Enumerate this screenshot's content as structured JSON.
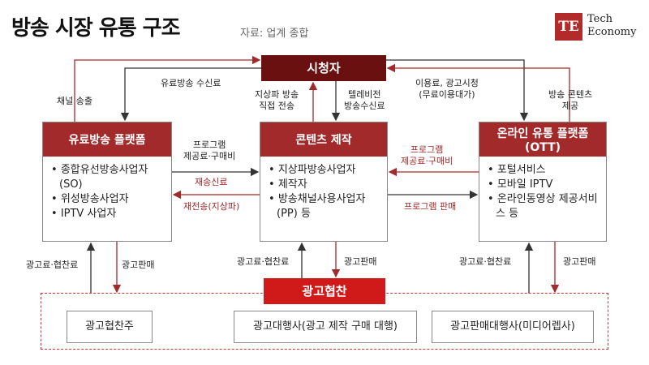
{
  "header": {
    "title": "방송 시장 유통 구조",
    "source": "자료: 업계 종합",
    "logo_mark": "TE",
    "logo_line1": "Tech",
    "logo_line2": "Economy"
  },
  "nodes": {
    "viewer": "시청자",
    "advertising": "광고협찬",
    "paid_platform": {
      "title": "유료방송 플랫폼",
      "items": [
        "종합유선방송사업자 (SO)",
        "위성방송사업자",
        "IPTV 사업자"
      ]
    },
    "content_production": {
      "title": "콘텐츠 제작",
      "items": [
        "지상파방송사업자",
        "제작자",
        "방송채널사용사업자 (PP) 등"
      ]
    },
    "ott_platform": {
      "title_line1": "온라인 유통 플랫폼",
      "title_line2": "(OTT)",
      "items": [
        "포털서비스",
        "모바일 IPTV",
        "온라인동영상 제공서비스 등"
      ]
    },
    "advertisers": [
      "광고협찬주",
      "광고대행사(광고 제작 구매 대행)",
      "광고판매대행사(미디어렙사)"
    ]
  },
  "edge_labels": {
    "channel_out": "채널 송출",
    "paid_fee": "유료방송 수신료",
    "terrestrial_1": "지상파 방송",
    "terrestrial_2": "직접 전송",
    "tv_fee_1": "텔레비전",
    "tv_fee_2": "방송수신료",
    "usage_fee_1": "이용료, 광고시청",
    "usage_fee_2": "(무료이용대가)",
    "ott_content_1": "방송 콘텐츠",
    "ott_content_2": "제공",
    "prog_fee_left_1": "프로그램",
    "prog_fee_left_2": "제공료·구매비",
    "retrans_fee": "재송신료",
    "retrans": "재전송(지상파)",
    "prog_fee_right_1": "프로그램",
    "prog_fee_right_2": "제공료·구매비",
    "prog_sale": "프로그램 판매",
    "ad_fee_left": "광고료·협찬료",
    "ad_sale_left": "광고판매",
    "ad_fee_mid": "광고료·협찬료",
    "ad_sale_mid": "광고판매",
    "ad_fee_right": "광고료·협찬료",
    "ad_sale_right": "광고판매"
  },
  "colors": {
    "dark_red": "#6b1010",
    "header_red": "#a32a2a",
    "bright_red": "#d01a1a",
    "dashed_border": "#cc3333"
  }
}
